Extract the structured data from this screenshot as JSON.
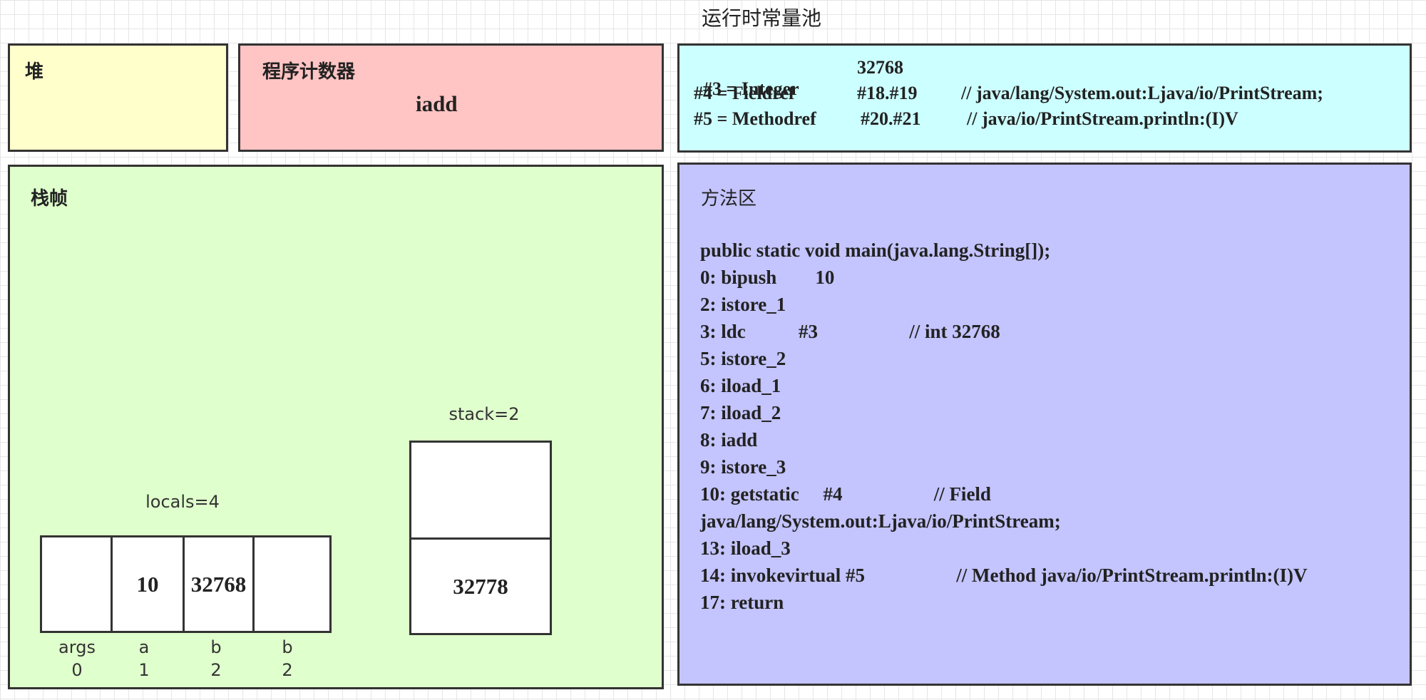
{
  "title": "运行时常量池",
  "colors": {
    "heap": "#ffffcc",
    "pc": "#ffc4c4",
    "constant_pool": "#ccffff",
    "stack_frame": "#dfffcc",
    "method_area": "#c4c4ff"
  },
  "heap": {
    "title": "堆"
  },
  "pc_register": {
    "title": "程序计数器",
    "value": "iadd"
  },
  "constant_pool": {
    "entries": [
      {
        "id": "#3 = Integer",
        "value": "32768",
        "comment": ""
      },
      {
        "id": "#4 = Fieldref",
        "value": "#18.#19",
        "comment": "// java/lang/System.out:Ljava/io/PrintStream;"
      },
      {
        "id": "#5 = Methodref",
        "value": "#20.#21",
        "comment": "// java/io/PrintStream.println:(I)V"
      }
    ]
  },
  "stack_frame": {
    "title": "栈帧",
    "locals_label": "locals=4",
    "stack_label": "stack=2",
    "locals": [
      {
        "value": "",
        "name": "args",
        "index": "0"
      },
      {
        "value": "10",
        "name": "a",
        "index": "1"
      },
      {
        "value": "32768",
        "name": "b",
        "index": "2"
      },
      {
        "value": "",
        "name": "b",
        "index": "2"
      }
    ],
    "stack": [
      "",
      "32778"
    ]
  },
  "method_area": {
    "title": "方法区",
    "code": [
      "public static void main(java.lang.String[]);",
      "0: bipush        10",
      "2: istore_1",
      "3: ldc           #3                   // int 32768",
      "5: istore_2",
      "6: iload_1",
      "7: iload_2",
      "8: iadd",
      "9: istore_3",
      "10: getstatic     #4                   // Field",
      "java/lang/System.out:Ljava/io/PrintStream;",
      "13: iload_3",
      "14: invokevirtual #5                   // Method java/io/PrintStream.println:(I)V",
      "17: return"
    ]
  }
}
